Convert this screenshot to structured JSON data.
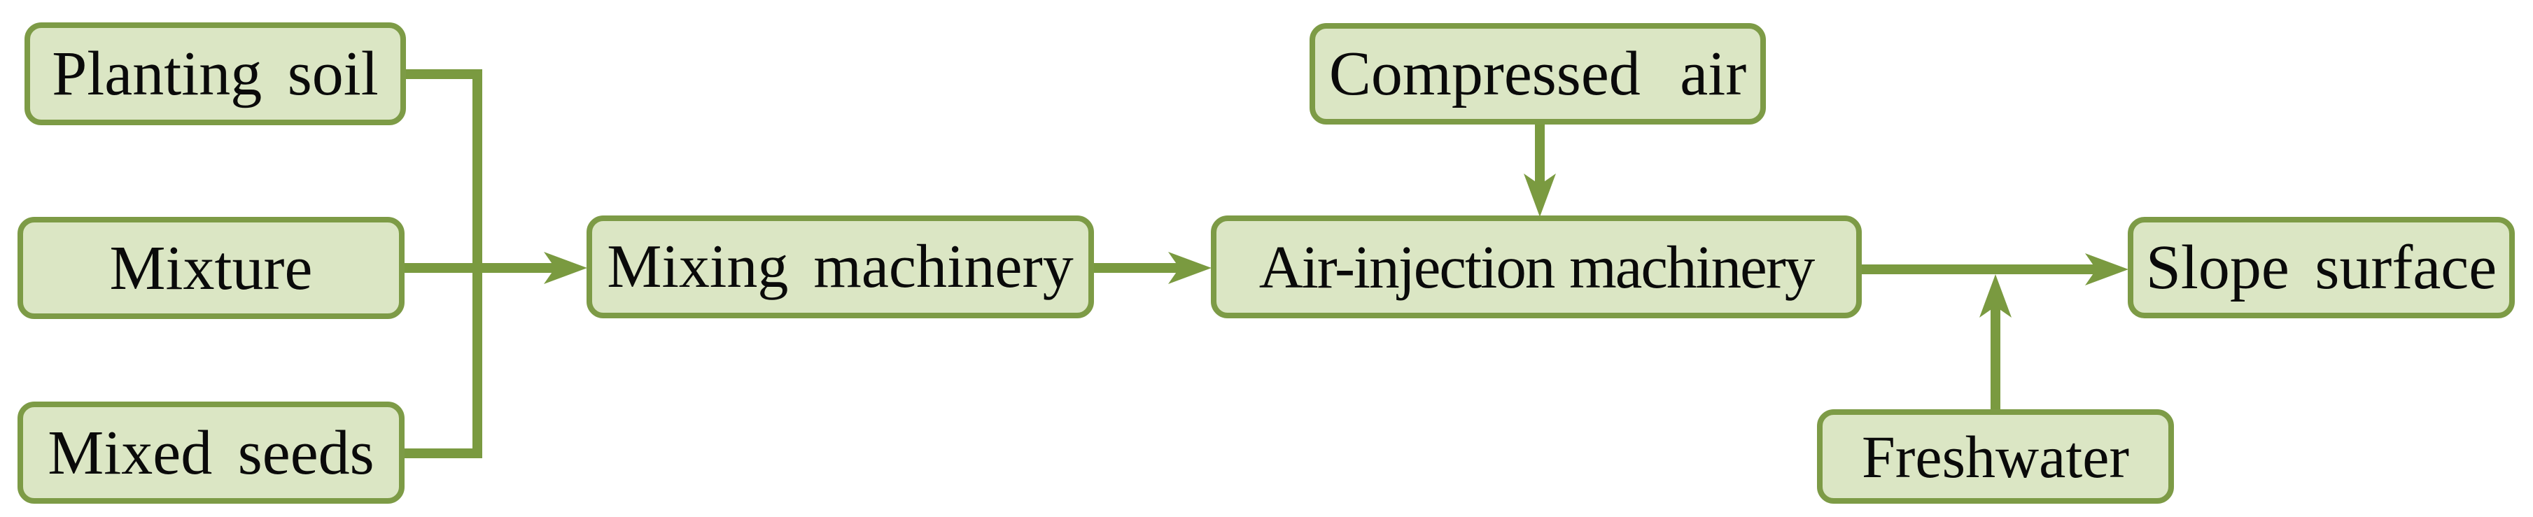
{
  "diagram": {
    "colors": {
      "background": "#ffffff",
      "node_fill": "#dbe6c4",
      "node_border": "#7d9b46",
      "connector": "#7a9a40",
      "text": "#0a0a0a"
    },
    "nodes": [
      {
        "id": "planting-soil",
        "label": "Planting soil"
      },
      {
        "id": "mixture",
        "label": "Mixture"
      },
      {
        "id": "mixed-seeds",
        "label": "Mixed seeds"
      },
      {
        "id": "mixing-machinery",
        "label": "Mixing machinery"
      },
      {
        "id": "compressed-air",
        "label": "Compressed air"
      },
      {
        "id": "air-injection-machinery",
        "label": "Air-injection machinery"
      },
      {
        "id": "freshwater",
        "label": "Freshwater"
      },
      {
        "id": "slope-surface",
        "label": "Slope surface"
      }
    ],
    "edges": [
      {
        "from": "planting-soil",
        "to": "mixing-machinery",
        "style": "elbow-into-shared-arrow"
      },
      {
        "from": "mixture",
        "to": "mixing-machinery",
        "style": "straight-arrow"
      },
      {
        "from": "mixed-seeds",
        "to": "mixing-machinery",
        "style": "elbow-into-shared-arrow"
      },
      {
        "from": "mixing-machinery",
        "to": "air-injection-machinery",
        "style": "straight-arrow"
      },
      {
        "from": "compressed-air",
        "to": "air-injection-machinery",
        "style": "straight-arrow-down"
      },
      {
        "from": "air-injection-machinery",
        "to": "slope-surface",
        "style": "straight-arrow"
      },
      {
        "from": "freshwater",
        "to": "air-injection-machinery-to-slope-surface-line",
        "style": "straight-arrow-up"
      }
    ]
  }
}
